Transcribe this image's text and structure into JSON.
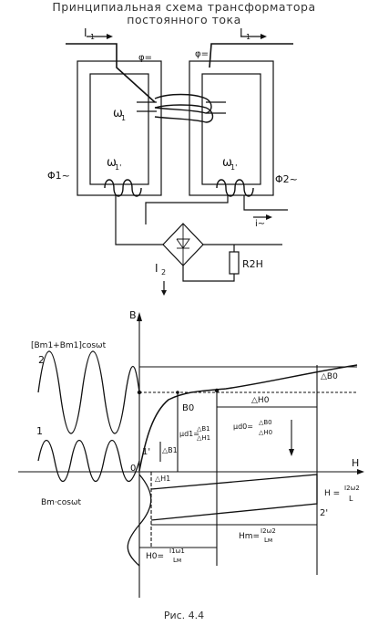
{
  "title_line1": "Принципиальная схема трансформатора",
  "title_line2": "постоянного тока",
  "circuit": {
    "i1": "I",
    "i1_sub": "1",
    "i1_right": "I",
    "i1_right_sub": "1",
    "phi_eq_left": "φ=",
    "phi_eq_right": "φ=",
    "w1": "ω",
    "w1_sub": "1",
    "w2_left": "ω",
    "w2_left_sub": "1'",
    "w2_right": "ω",
    "w2_right_sub": "1'",
    "phi1": "Φ1~",
    "phi2": "Φ2~",
    "i_small": "i~",
    "i2": "I",
    "i2_sub": "2",
    "r2h": "R2H"
  },
  "graph": {
    "axis_b": "B",
    "axis_h": "H",
    "origin": "0",
    "label_sum": "[Bm1+Bm1]cosωt",
    "label_cos": "Bm·cosωt",
    "curve1": "1",
    "curve2": "2",
    "curve2b": "2'",
    "curve1b": "1'",
    "b0": "B0",
    "delta_b0": "△B0",
    "delta_h0": "△H0",
    "delta_b1": "△B1",
    "delta_h1": "△H1",
    "delta_h_top": "△H0",
    "mu_d1": "μd1=",
    "frac_db1": "△B1",
    "frac_dh1": "△H1",
    "mu_d0": "μd0=",
    "frac_db0": "△B0",
    "frac_dh0": "△H0",
    "h_eq_left": "H",
    "h_eq_right": "H =",
    "h0_label": "H0=",
    "h0_num": "I1ω1",
    "h0_den": "Lм",
    "hm_label": "Hm=",
    "hm_num": "I2ω2",
    "hm_den": "Lм",
    "i2w2": "I2ω2",
    "lm": "L"
  },
  "caption": "Рис. 4.4"
}
